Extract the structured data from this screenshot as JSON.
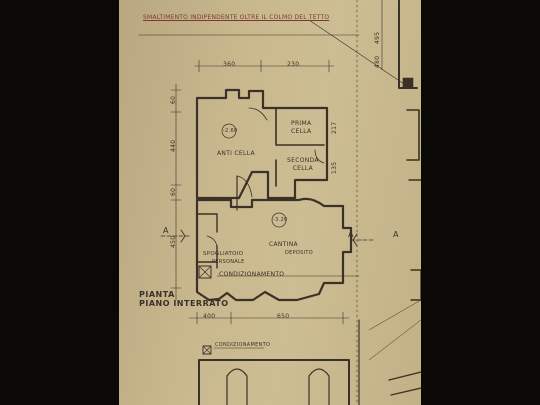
{
  "header_note": "SMALTIMENTO INDIPENDENTE OLTRE IL COLMO DEL TETTO",
  "plan_title": {
    "line1": "PIANTA",
    "line2": "PIANO INTERRATO"
  },
  "rooms": {
    "anti_cella": "ANTI CELLA",
    "prima_cella": "PRIMA\nCELLA",
    "seconda_cella": "SECONDA\nCELLA",
    "cantina": "CANTINA",
    "deposito": "DEPOSITO",
    "spogliatoio": "SPOGLIATOIO",
    "personale": "PERSONALE",
    "condizionamento": "CONDIZIONAMENTO",
    "condizionamento_lower": "CONDIZIONAMENTO"
  },
  "levels": {
    "anti_cella": "-2.60",
    "cantina": "-3.20"
  },
  "section_marks": {
    "left": "A",
    "right": "A",
    "far_right": "A"
  },
  "dimensions": {
    "top_left": "360",
    "top_right": "230",
    "bottom_left": "400",
    "bottom_right": "650",
    "left_upper": "440",
    "left_lower": "450",
    "left_top": "60",
    "left_mid": "60",
    "mid_217": "217",
    "mid_135": "135",
    "right_edge_1": "495",
    "right_edge_2": "480"
  }
}
